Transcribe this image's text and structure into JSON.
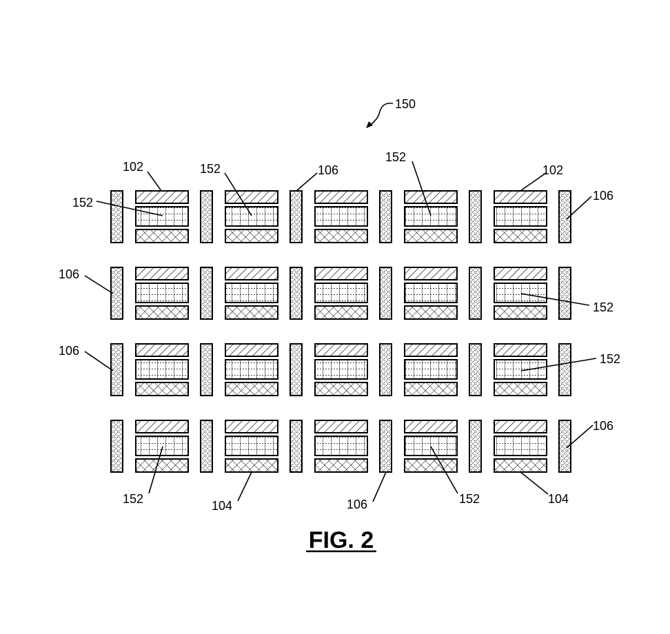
{
  "figure": {
    "caption": "FIG. 2",
    "reference_label": "150",
    "labels": {
      "l102a": "102",
      "l152a": "152",
      "l106a": "106",
      "l152b": "152",
      "l102b": "102",
      "l152c": "152",
      "l106b": "106",
      "l106c": "106",
      "l152d": "152",
      "l106d": "106",
      "l152e": "152",
      "l106e": "106",
      "l152f": "152",
      "l104a": "104",
      "l106f": "106",
      "l152g": "152",
      "l104b": "104"
    }
  },
  "layout_summary": {
    "rows": 4,
    "cell_columns": 5,
    "divider_columns": 6
  }
}
